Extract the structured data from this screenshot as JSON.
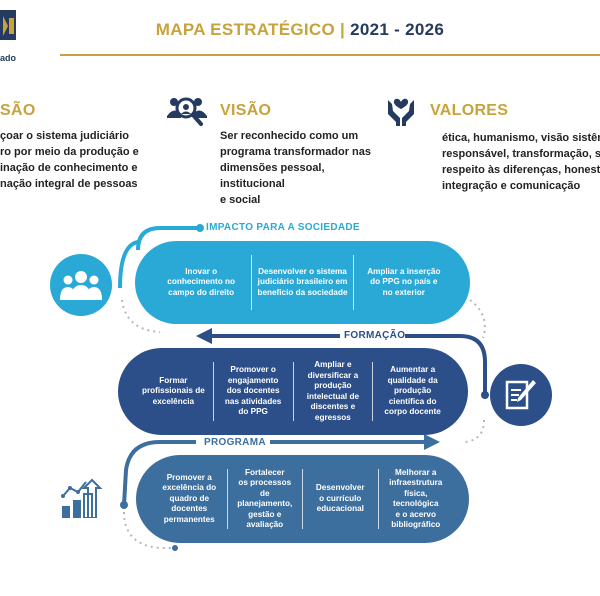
{
  "header": {
    "title_part1": "MAPA ESTRATÉGICO",
    "separator": "|",
    "title_part2": "2021 - 2026",
    "logo_text": "ado"
  },
  "sections": {
    "missao": {
      "title": "SÃO",
      "lines": [
        "çoar o sistema judiciário",
        "ro por meio da produção e",
        "inação de conhecimento e",
        "nação integral de pessoas"
      ]
    },
    "visao": {
      "title": "VISÃO",
      "icon": "team-search-icon",
      "lines": [
        "Ser reconhecido como um",
        "programa transformador nas",
        "dimensões pessoal, institucional",
        "e social"
      ]
    },
    "valores": {
      "title": "VALORES",
      "icon": "hands-heart-icon",
      "lines": [
        "ética, humanismo, visão sistêm",
        "responsável, transformação, su",
        "respeito às diferenças, honesti",
        "integração e comunicação"
      ]
    }
  },
  "diagram": {
    "impacto": {
      "label": "IMPACTO PARA A SOCIEDADE",
      "color": "#2aa9d6",
      "icon": "people-group-icon",
      "cells": [
        [
          "Inovar o",
          "conhecimento no",
          "campo do direito"
        ],
        [
          "Desenvolver o sistema",
          "judiciário brasileiro em",
          "benefício da sociedade"
        ],
        [
          "Ampliar a inserção",
          "do PPG no país e",
          "no exterior"
        ]
      ]
    },
    "formacao": {
      "label": "FORMAÇÃO",
      "color": "#2c4f8a",
      "icon": "document-pen-icon",
      "cells": [
        [
          "Formar",
          "profissionais de",
          "excelência"
        ],
        [
          "Promover o",
          "engajamento",
          "dos docentes",
          "nas atividades",
          "do PPG"
        ],
        [
          "Ampliar e",
          "diversificar a",
          "produção",
          "intelectual de",
          "discentes e",
          "egressos"
        ],
        [
          "Aumentar a",
          "qualidade da",
          "produção",
          "científica do",
          "corpo docente"
        ]
      ]
    },
    "programa": {
      "label": "PROGRAMA",
      "color": "#3c6e9e",
      "icon": "growth-chart-icon",
      "cells": [
        [
          "Promover a",
          "excelência do",
          "quadro de",
          "docentes",
          "permanentes"
        ],
        [
          "Fortalecer",
          "os processos",
          "de planejamento,",
          "gestão e",
          "avaliação"
        ],
        [
          "Desenvolver",
          "o currículo",
          "educacional"
        ],
        [
          "Melhorar a",
          "infraestrutura",
          "física, tecnológica",
          "e o acervo",
          "bibliográfico"
        ]
      ]
    }
  }
}
